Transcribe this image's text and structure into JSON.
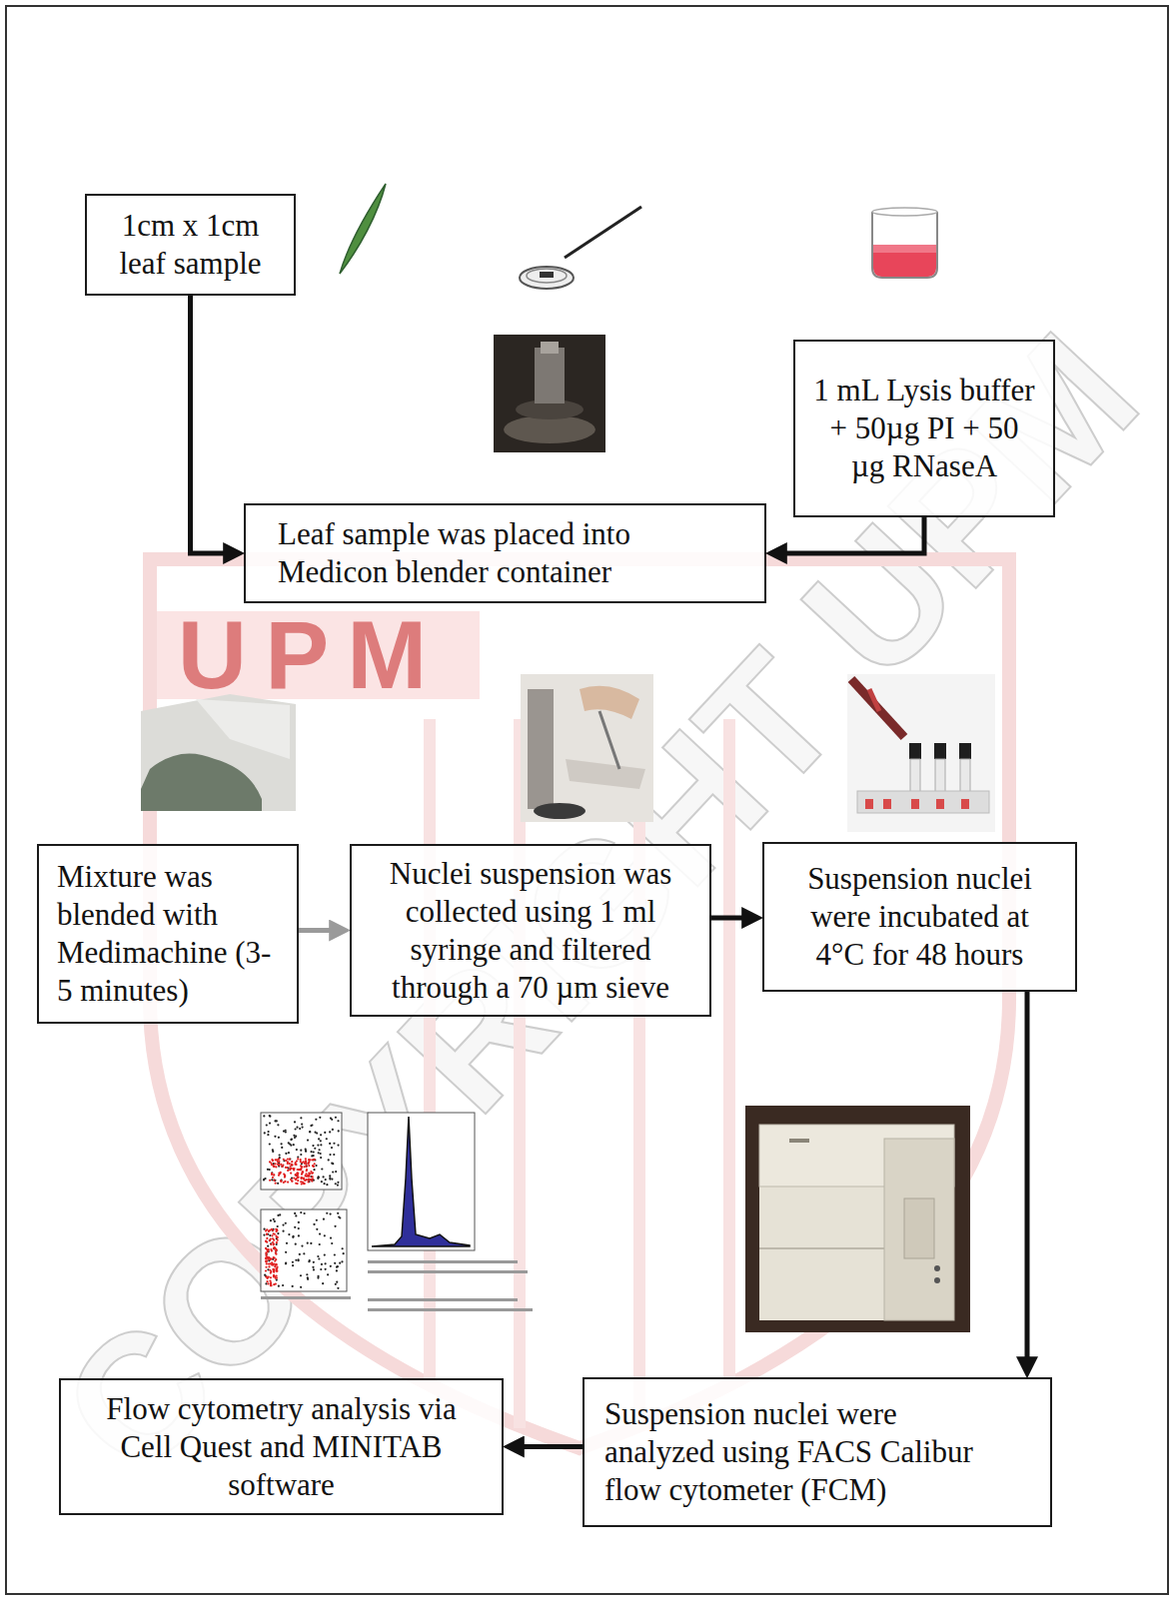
{
  "diagram": {
    "nodes": [
      {
        "text": [
          "1cm x 1cm leaf sample"
        ]
      },
      {
        "text": [
          "1 mL Lysis buffer + 50µg PI + 50 µg RNaseA"
        ]
      },
      {
        "text": [
          "Leaf sample was placed into Medicon blender container"
        ]
      },
      {
        "text": [
          "Mixture was blended with Medimachine (3-5 minutes)"
        ]
      },
      {
        "text": [
          "Nuclei suspension was collected using 1 ml syringe and filtered through a 70 µm sieve"
        ]
      },
      {
        "text": [
          "Suspension nuclei were incubated at 4°C for 48 hours"
        ]
      },
      {
        "text": [
          "Suspension nuclei were analyzed using FACS Calibur flow cytometer (FCM)"
        ]
      },
      {
        "text": [
          "Flow cytometry analysis via Cell Quest and MINITAB software"
        ]
      }
    ],
    "edges": [
      {
        "from": 0,
        "to": 2,
        "arrow": "to"
      },
      {
        "from": 1,
        "to": 2,
        "arrow": "to"
      },
      {
        "from": 3,
        "to": 4,
        "arrow": "to"
      },
      {
        "from": 4,
        "to": 5,
        "arrow": "to"
      },
      {
        "from": 5,
        "to": 6,
        "arrow": "to"
      },
      {
        "from": 6,
        "to": 7,
        "arrow": "to"
      }
    ],
    "labels": [
      "UPM",
      "COPYRIGHT UPM"
    ]
  }
}
